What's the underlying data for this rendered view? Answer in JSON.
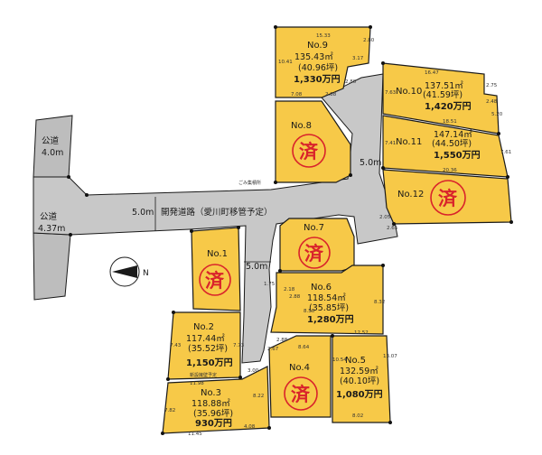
{
  "roads": {
    "public_road_upper_label": "公道",
    "public_road_upper_width": "4.0m",
    "public_road_lower_label": "公道",
    "public_road_lower_width": "4.37m",
    "dev_road_width": "5.0m",
    "dev_road_name": "開発道路（愛川町移管予定）",
    "branch_right_width": "5.0m",
    "branch_lower_width": "5.0m"
  },
  "notes": {
    "garbage": "ごみ集積所",
    "new_fence": "新設擁壁予定"
  },
  "sold_mark": "済",
  "compass": "N",
  "lots": [
    {
      "no": "No.9",
      "area": "135.43㎡",
      "tsubo": "(40.96坪)",
      "price": "1,330万円",
      "sold": false
    },
    {
      "no": "No.8",
      "sold": true
    },
    {
      "no": "No.10",
      "area": "137.51㎡",
      "tsubo": "(41.59坪)",
      "price": "1,420万円",
      "sold": false
    },
    {
      "no": "No.11",
      "area": "147.14㎡",
      "tsubo": "(44.50坪)",
      "price": "1,550万円",
      "sold": false
    },
    {
      "no": "No.12",
      "sold": true
    },
    {
      "no": "No.7",
      "sold": true
    },
    {
      "no": "No.1",
      "sold": true
    },
    {
      "no": "No.6",
      "area": "118.54㎡",
      "tsubo": "(35.85坪)",
      "price": "1,280万円",
      "sold": false
    },
    {
      "no": "No.2",
      "area": "117.44㎡",
      "tsubo": "(35.52坪)",
      "price": "1,150万円",
      "sold": false
    },
    {
      "no": "No.5",
      "area": "132.59㎡",
      "tsubo": "(40.10坪)",
      "price": "1,080万円",
      "sold": false
    },
    {
      "no": "No.4",
      "sold": true
    },
    {
      "no": "No.3",
      "area": "118.88㎡",
      "tsubo": "(35.96坪)",
      "price": "930万円",
      "sold": false
    }
  ],
  "dimensions": {
    "d1": "15.33",
    "d2": "2.80",
    "d3": "10.41",
    "d4": "3.17",
    "d5": "7.08",
    "d6": "2.88",
    "d7": "2.80",
    "d8": "16.47",
    "d9": "2.75",
    "d10": "7.63",
    "d11": "2.48",
    "d12": "5.20",
    "d13": "18.51",
    "d14": "7.41",
    "d15": "7.61",
    "d16": "20.36",
    "d17": "2.05",
    "d18": "2.65",
    "d19": "2.18",
    "d20": "2.88",
    "d21": "8.50",
    "d22": "8.32",
    "d23": "1.75",
    "d24": "7.73",
    "d25": "7.43",
    "d26": "2.88",
    "d27": "2.67",
    "d28": "8.64",
    "d29": "12.52",
    "d30": "10.54",
    "d31": "13.07",
    "d32": "11.98",
    "d33": "3.00",
    "d34": "8.22",
    "d35": "7.82",
    "d36": "11.45",
    "d37": "4.08",
    "d38": "8.02"
  }
}
